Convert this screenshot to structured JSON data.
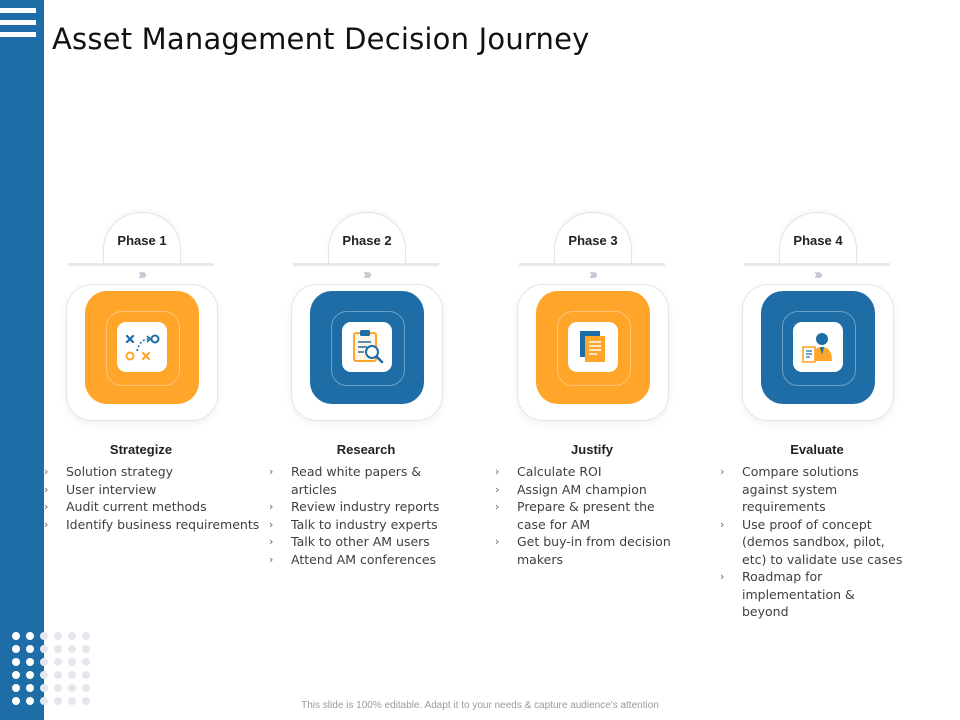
{
  "title": "Asset Management Decision Journey",
  "chevrons": "›››",
  "phases": [
    {
      "label": "Phase 1",
      "name": "Strategize",
      "color": "#ffa52a",
      "icon": "strategy-icon",
      "bullets": [
        "Solution strategy",
        "User interview",
        "Audit current methods",
        "Identify business requirements"
      ]
    },
    {
      "label": "Phase 2",
      "name": "Research",
      "color": "#1f6da6",
      "icon": "clipboard-search-icon",
      "bullets": [
        "Read white papers & articles",
        "Review industry reports",
        "Talk to industry experts",
        "Talk to other AM users",
        "Attend AM conferences"
      ]
    },
    {
      "label": "Phase 3",
      "name": "Justify",
      "color": "#ffa52a",
      "icon": "documents-icon",
      "bullets": [
        "Calculate ROI",
        "Assign AM champion",
        "Prepare & present the case for AM",
        "Get buy-in from decision makers"
      ]
    },
    {
      "label": "Phase 4",
      "name": "Evaluate",
      "color": "#1f6da6",
      "icon": "evaluator-icon",
      "bullets": [
        "Compare solutions against system requirements",
        "Use proof of concept (demos sandbox, pilot, etc) to validate use cases",
        "Roadmap for implementation & beyond"
      ]
    }
  ],
  "footer": "This slide is 100% editable. Adapt it to your needs & capture audience's attention"
}
